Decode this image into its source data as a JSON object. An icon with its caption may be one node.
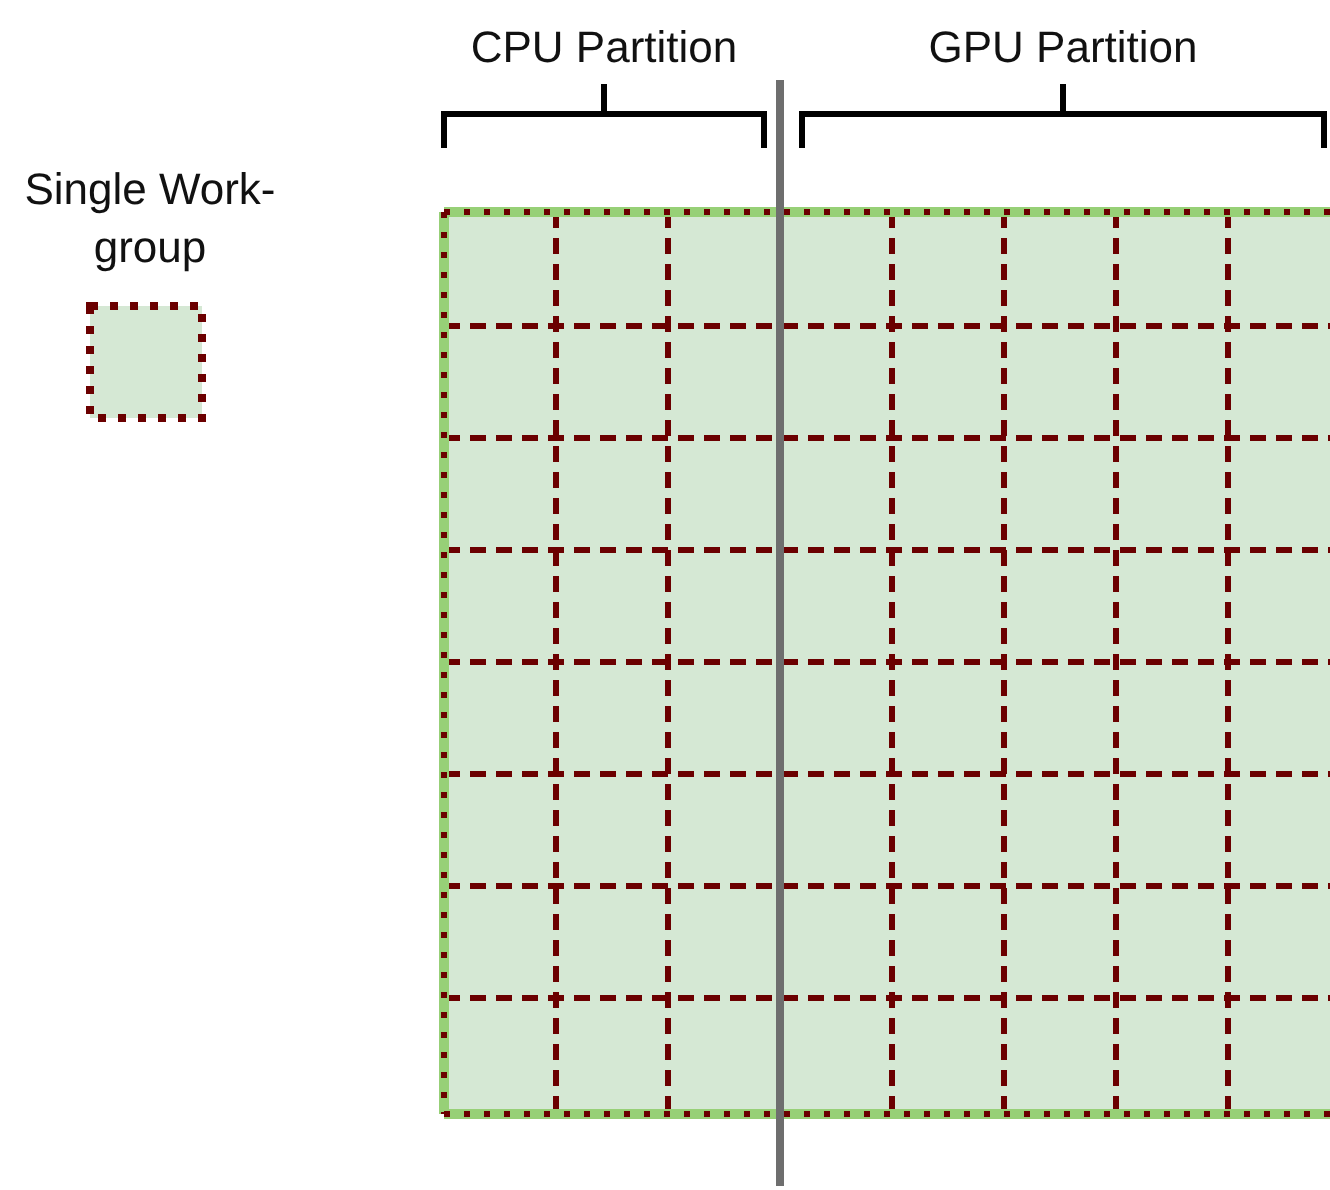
{
  "diagram": {
    "labels": [
      "CPU Partition",
      "GPU Partition"
    ],
    "legend": [
      {
        "text": "Single Work-group"
      }
    ]
  }
}
